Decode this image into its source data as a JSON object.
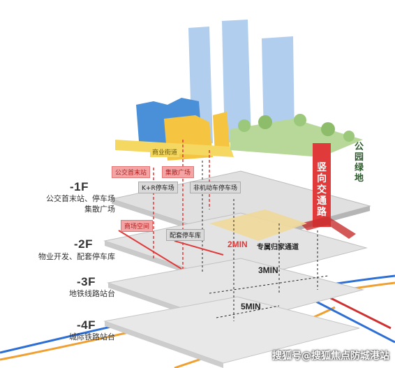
{
  "floors": [
    {
      "code": "-1F",
      "desc": [
        "公交首末站、停车场",
        "集散广场"
      ]
    },
    {
      "code": "-2F",
      "desc": [
        "物业开发、配套停车库"
      ]
    },
    {
      "code": "-3F",
      "desc": [
        "地铁线路站台"
      ]
    },
    {
      "code": "-4F",
      "desc": [
        "城际铁路站台"
      ]
    }
  ],
  "tags": {
    "commercial": "商业街道",
    "bus_terminal": "公交首末站",
    "gathering_plaza": "集散广场",
    "kr_parking": "K+R停车场",
    "nonmotor_parking": "非机动车停车场",
    "commercial_space": "商场空间",
    "supporting_garage": "配套停车库",
    "dedicated_passage": "专属归家通道"
  },
  "times": {
    "t2": "2MIN",
    "t3": "3MIN",
    "t5": "5MIN"
  },
  "vertical_transport": "竖向交通路",
  "park": "公园绿地",
  "watermark": "搜狐号@搜狐焦点防城港站",
  "colors": {
    "tower": "#a9c9ec",
    "blue_block": "#4a90d9",
    "yellow_block": "#f5c542",
    "red_vertical": "#e03a3a",
    "slab": "#d8d8d8",
    "park_green": "#9bc87a",
    "rail_blue": "#2e6fd6",
    "rail_orange": "#f0a030",
    "rail_red": "#d03030"
  }
}
